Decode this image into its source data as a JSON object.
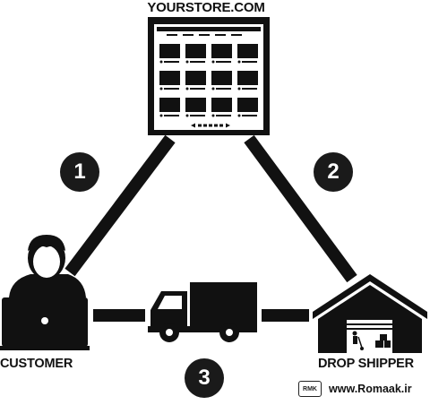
{
  "store": {
    "title": "YOURSTORE.COM"
  },
  "customer": {
    "label": "CUSTOMER"
  },
  "shipper": {
    "label": "DROP SHIPPER"
  },
  "steps": [
    "1",
    "2",
    "3"
  ],
  "watermark": {
    "url": "www.Romaak.ir",
    "logo_text": "RMK"
  },
  "icons": [
    "website-icon",
    "customer-icon",
    "laptop-icon",
    "truck-icon",
    "warehouse-icon"
  ],
  "colors": {
    "ink": "#111111",
    "background": "#ffffff"
  }
}
